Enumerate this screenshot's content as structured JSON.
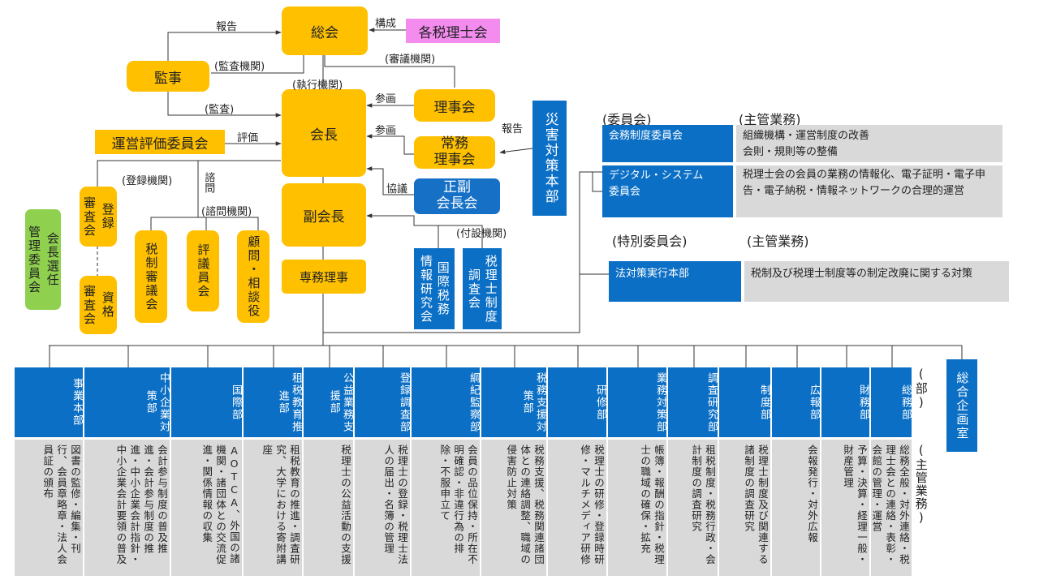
{
  "nodes": {
    "soukai": "総会",
    "kakuzeirishikai": "各税理士会",
    "kanji": "監事",
    "kaicho": "会長",
    "rijikai": "理事会",
    "jomu_rijikai": "常務\n理事会",
    "unei_hyoka": "運営評価委員会",
    "saigai": "災害対策本部",
    "fuku_kaicho": "副会長",
    "seifuku_kaichokai": "正副\n会長会",
    "senmu_riji": "専務理事",
    "shinsakai_toroku_a": "審査会",
    "shinsakai_toroku_b": "登録",
    "shinsakai_shikaku_a": "審査会",
    "shinsakai_shikaku_b": "資格",
    "kaicho_senkyo_a": "管理委員会",
    "kaicho_senkyo_b": "会長選任",
    "zeisei_shingikai": "税制審議会",
    "hyogiinkai": "評議員会",
    "komon_sodanyaku": "顧問・相談役",
    "kokusai_zeimu": "国際税務",
    "joho_kenkyukai": "情報研究会",
    "zeirishi_seido": "税理士制度",
    "chosakai": "調査会",
    "sogo_kikakushitsu": "総合企画室"
  },
  "labels": {
    "hokoku_top": "報告",
    "kousei": "構成",
    "kansa_kikan": "(監査機関)",
    "shingi_kikan": "(審議機関)",
    "shikko_kikan": "(執行機関)",
    "kansa": "(監査)",
    "sanka_1": "参画",
    "sanka_2": "参画",
    "hyoka": "評価",
    "hokoku_saigai": "報告",
    "kyogi": "協議",
    "toroku_kikan": "(登録機関)",
    "shimon": "諮問",
    "shimon_kikan": "(諮問機関)",
    "fusetsu_kikan": "(付設機関)",
    "bu": "(部)",
    "shukan_gyomu_v": "(主管業務)"
  },
  "committees": {
    "header_committee": "(委員会)",
    "header_duty": "(主管業務)",
    "rows": [
      {
        "name": "会務制度委員会",
        "duty": "組織機構・運営制度の改善\n会則・規則等の整備"
      },
      {
        "name": "デジタル・システム\n委員会",
        "duty": "税理士会の会員の業務の情報化、電子証明・電子申告・電子納税・情報ネットワークの合理的運営"
      }
    ],
    "special_header": "(特別委員会)",
    "special_duty_header": "(主管業務)",
    "special": {
      "name": "法対策実行本部",
      "duty": "税制及び税理士制度等の制定改廃に関する対策"
    }
  },
  "departments": [
    {
      "name": "事業本部",
      "duty": "図書の監修・編集・刊行、会員章略章・法人会員証の頒布"
    },
    {
      "name": "中小企業対策部",
      "duty": "会計参与制度の普及推進・会計参与制度の推進・中小企業会計指針・中小企業会計要領の普及"
    },
    {
      "name": "国際部",
      "duty": "AOTCA、外国の諸機関・諸団体との交流促進・関係情報の収集"
    },
    {
      "name": "租税教育推進部",
      "duty": "租税教育の推進・調査研究、大学における寄附講座"
    },
    {
      "name": "公益業務支援部",
      "duty": "税理士の公益活動の支援"
    },
    {
      "name": "登録調査部",
      "duty": "税理士の登録・税理士法人の届出・名簿の管理"
    },
    {
      "name": "綱紀監察部",
      "duty": "会員の品位保持・所在不明確認・非違行為の排除・不服申立て"
    },
    {
      "name": "税務支援対策部",
      "duty": "税務支援、税務関連諸団体との連絡調整、職域の侵害防止対策"
    },
    {
      "name": "研修部",
      "duty": "税理士の研修・登録時研修・マルチメディア研修"
    },
    {
      "name": "業務対策部",
      "duty": "帳簿・報酬の指針・税理士の職域の確保・拡充"
    },
    {
      "name": "調査研究部",
      "duty": "租税制度・税務行政・会計制度の調査研究"
    },
    {
      "name": "制度部",
      "duty": "税理士制度及び関連する諸制度の調査研究"
    },
    {
      "name": "広報部",
      "duty": "会報発行・対外広報"
    },
    {
      "name": "財務部",
      "duty": "予算・決算・経理一般・財産管理"
    },
    {
      "name": "総務部",
      "duty": "総務全般・対外連絡・税理士会との連絡・表彰・会館の管理・運営"
    }
  ],
  "colors": {
    "gold": "#FFC000",
    "blue": "#1570C6",
    "grey": "#D9D9D9",
    "pink": "#F48CF0",
    "green": "#8FD14F"
  }
}
